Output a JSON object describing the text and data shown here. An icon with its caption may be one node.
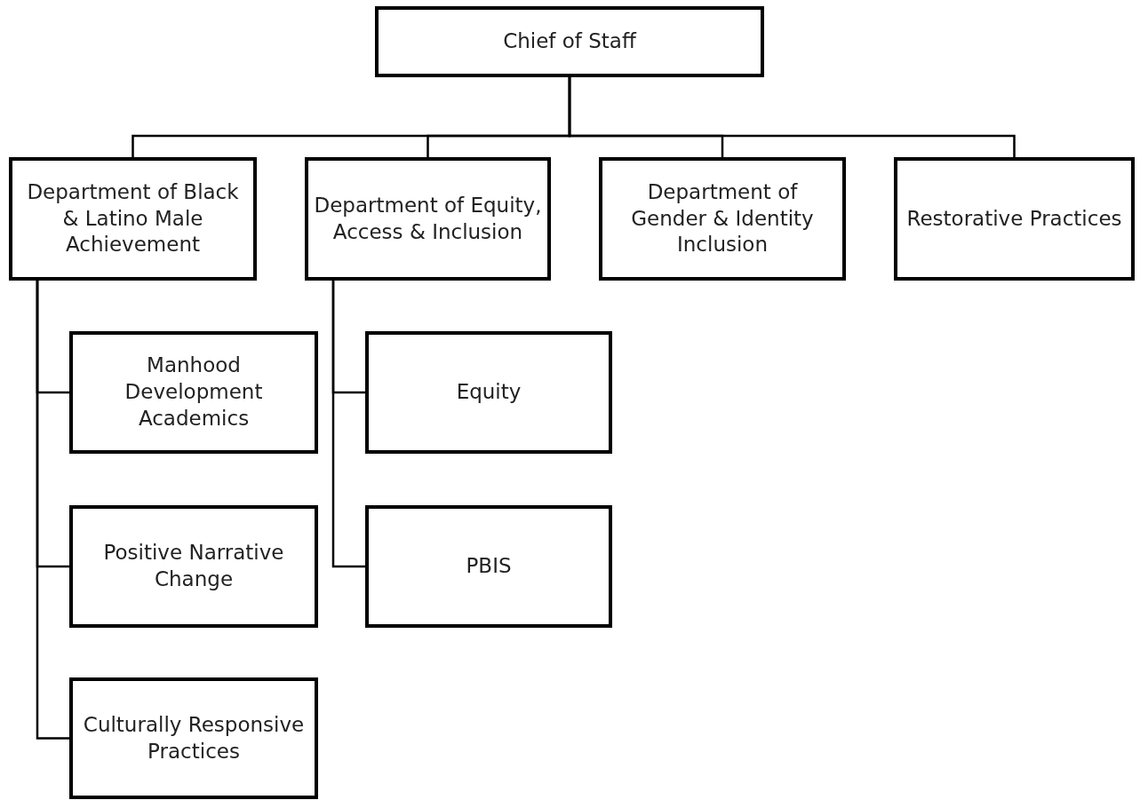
{
  "diagram": {
    "nodes": [
      {
        "text": [
          "Chief of Staff"
        ]
      },
      {
        "text": [
          "Department of Black & Latino Male Achievement"
        ]
      },
      {
        "text": [
          "Department of Equity, Access & Inclusion"
        ]
      },
      {
        "text": [
          "Department of Gender & Identity Inclusion"
        ]
      },
      {
        "text": [
          "Restorative Practices"
        ]
      },
      {
        "text": [
          "Manhood Development Academics"
        ]
      },
      {
        "text": [
          "Positive Narrative Change"
        ]
      },
      {
        "text": [
          "Culturally Responsive Practices"
        ]
      },
      {
        "text": [
          "Equity"
        ]
      },
      {
        "text": [
          "PBIS"
        ]
      }
    ],
    "edges": [
      {
        "from": 0,
        "to": 1,
        "arrow": "none"
      },
      {
        "from": 0,
        "to": 2,
        "arrow": "none"
      },
      {
        "from": 0,
        "to": 3,
        "arrow": "none"
      },
      {
        "from": 0,
        "to": 4,
        "arrow": "none"
      },
      {
        "from": 1,
        "to": 5,
        "arrow": "none"
      },
      {
        "from": 1,
        "to": 6,
        "arrow": "none"
      },
      {
        "from": 1,
        "to": 7,
        "arrow": "none"
      },
      {
        "from": 2,
        "to": 8,
        "arrow": "none"
      },
      {
        "from": 2,
        "to": 9,
        "arrow": "none"
      }
    ]
  }
}
